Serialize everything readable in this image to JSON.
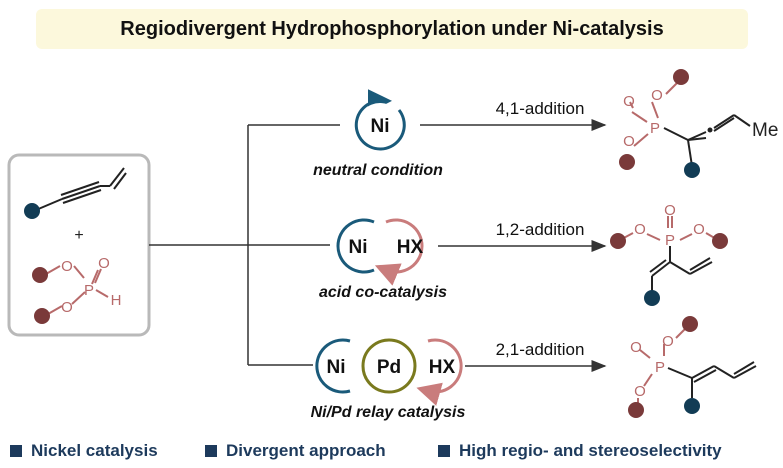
{
  "title": "Regiodivergent Hydrophosphorylation under Ni-catalysis",
  "reactants": {
    "plus": "+",
    "phosphite": {
      "o1": "O",
      "o2": "O",
      "o3": "O",
      "p": "P",
      "h": "H"
    }
  },
  "pathways": [
    {
      "catalysts": [
        "Ni"
      ],
      "condition": "neutral condition",
      "addition": "4,1-addition",
      "product": {
        "o1": "O",
        "o2": "O",
        "o3": "O",
        "p": "P",
        "substituent": "Me"
      }
    },
    {
      "catalysts": [
        "Ni",
        "HX"
      ],
      "condition": "acid co-catalysis",
      "addition": "1,2-addition",
      "product": {
        "o1": "O",
        "o2": "O",
        "o3": "O",
        "p": "P"
      }
    },
    {
      "catalysts": [
        "Ni",
        "Pd",
        "HX"
      ],
      "condition": "Ni/Pd relay catalysis",
      "addition": "2,1-addition",
      "product": {
        "o1": "O",
        "o2": "O",
        "o3": "O",
        "p": "P"
      }
    }
  ],
  "features": [
    "Nickel catalysis",
    "Divergent approach",
    "High regio- and stereoselectivity"
  ],
  "colors": {
    "ni_ring": "#1a5a7a",
    "hx_ring": "#c97c7c",
    "pd_ring": "#7a7a1e",
    "phosphorus": "#b76a6a",
    "ball_dark": "#123c55",
    "ball_brown": "#7a3a3a",
    "footer_text": "#1d3a5c"
  }
}
